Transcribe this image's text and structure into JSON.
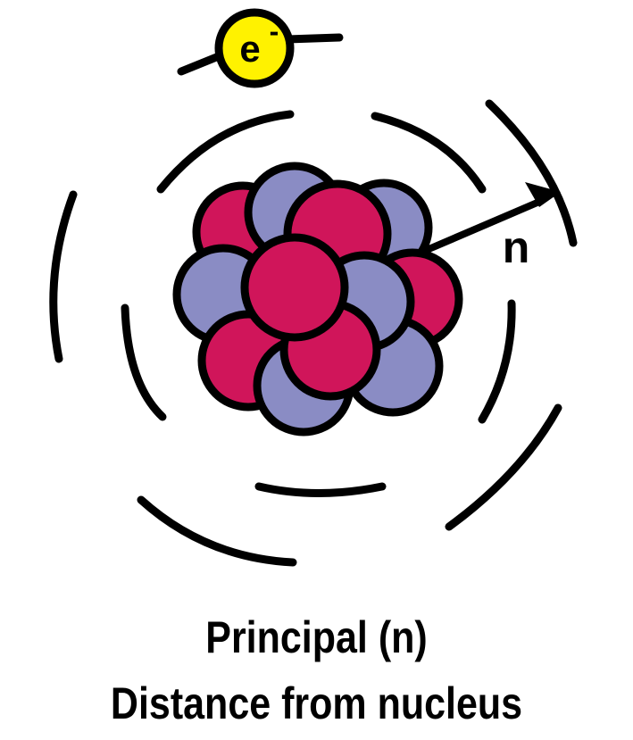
{
  "diagram": {
    "electron_label": "e",
    "electron_charge": "-",
    "arrow_label": "n",
    "colors": {
      "proton": "#d0155a",
      "neutron": "#8a8cc4",
      "electron": "#fff200",
      "stroke": "#000000"
    }
  },
  "caption": {
    "line1": "Principal (n)",
    "line2": "Distance from nucleus"
  }
}
